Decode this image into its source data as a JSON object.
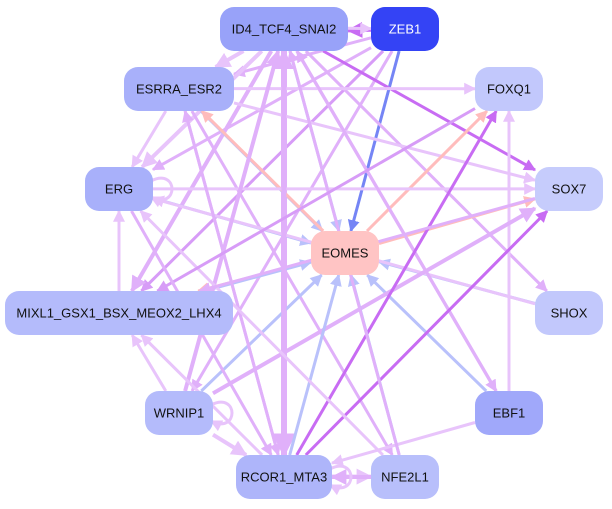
{
  "title": "Gene regulatory network",
  "colors": {
    "edge_default": "#e8c4fb",
    "edge_medium": "#d79cf7",
    "edge_strong": "#c86cf3",
    "edge_blue": "#b9c1fb",
    "edge_darkblue": "#7585f5",
    "edge_salmon": "#ffbcbc",
    "node_eomes": "#ffc4c4",
    "node_zeb1": "#3443f5",
    "node_default": "#b4bbfb",
    "node_light": "#c2c8fc",
    "node_mid": "#a5adfa",
    "node_id4": "#98a2f9",
    "label_dark": "#111111",
    "label_light": "#ffffff"
  },
  "nodes": [
    {
      "id": "ID4_TCF4_SNAI2",
      "label": "ID4_TCF4_SNAI2",
      "fill": "#98a2f9",
      "text": "#111111"
    },
    {
      "id": "ZEB1",
      "label": "ZEB1",
      "fill": "#3443f5",
      "text": "#ffffff"
    },
    {
      "id": "ESRRA_ESR2",
      "label": "ESRRA_ESR2",
      "fill": "#a8b0fa",
      "text": "#111111"
    },
    {
      "id": "FOXQ1",
      "label": "FOXQ1",
      "fill": "#c2c8fc",
      "text": "#111111"
    },
    {
      "id": "ERG",
      "label": "ERG",
      "fill": "#a8b0fa",
      "text": "#111111"
    },
    {
      "id": "SOX7",
      "label": "SOX7",
      "fill": "#c6ccfc",
      "text": "#111111"
    },
    {
      "id": "EOMES",
      "label": "EOMES",
      "fill": "#ffc4c4",
      "text": "#111111"
    },
    {
      "id": "MIXL1",
      "label": "MIXL1_GSX1_BSX_MEOX2_LHX4",
      "fill": "#b4bbfb",
      "text": "#111111"
    },
    {
      "id": "SHOX",
      "label": "SHOX",
      "fill": "#c2c8fc",
      "text": "#111111"
    },
    {
      "id": "WRNIP1",
      "label": "WRNIP1",
      "fill": "#b4bbfb",
      "text": "#111111"
    },
    {
      "id": "EBF1",
      "label": "EBF1",
      "fill": "#a0a8fa",
      "text": "#111111"
    },
    {
      "id": "RCOR1_MTA3",
      "label": "RCOR1_MTA3",
      "fill": "#aeb5fa",
      "text": "#111111"
    },
    {
      "id": "NFE2L1",
      "label": "NFE2L1",
      "fill": "#b8bffb",
      "text": "#111111"
    }
  ],
  "edges": [
    {
      "from": "ZEB1",
      "to": "ID4_TCF4_SNAI2",
      "color": "#c86cf3",
      "w": 4
    },
    {
      "from": "ID4_TCF4_SNAI2",
      "to": "ZEB1",
      "color": "#e8c4fb",
      "w": 3
    },
    {
      "from": "ZEB1",
      "to": "EOMES",
      "color": "#7585f5",
      "w": 3
    },
    {
      "from": "ZEB1",
      "to": "ESRRA_ESR2",
      "color": "#e0b0fa",
      "w": 3
    },
    {
      "from": "ZEB1",
      "to": "ERG",
      "color": "#e0b0fa",
      "w": 3
    },
    {
      "from": "ZEB1",
      "to": "MIXL1",
      "color": "#d79cf7",
      "w": 3
    },
    {
      "from": "ZEB1",
      "to": "WRNIP1",
      "color": "#e0b0fa",
      "w": 3
    },
    {
      "from": "ID4_TCF4_SNAI2",
      "to": "SOX7",
      "color": "#c86cf3",
      "w": 3
    },
    {
      "from": "ID4_TCF4_SNAI2",
      "to": "EOMES",
      "color": "#b9c1fb",
      "w": 3
    },
    {
      "from": "ID4_TCF4_SNAI2",
      "to": "ESRRA_ESR2",
      "color": "#e8c4fb",
      "w": 4
    },
    {
      "from": "ID4_TCF4_SNAI2",
      "to": "ERG",
      "color": "#e8c4fb",
      "w": 4
    },
    {
      "from": "ID4_TCF4_SNAI2",
      "to": "MIXL1",
      "color": "#e0b0fa",
      "w": 4
    },
    {
      "from": "ID4_TCF4_SNAI2",
      "to": "RCOR1_MTA3",
      "color": "#e0b0fa",
      "w": 6
    },
    {
      "from": "ID4_TCF4_SNAI2",
      "to": "SHOX",
      "color": "#e0b0fa",
      "w": 3
    },
    {
      "from": "ID4_TCF4_SNAI2",
      "to": "EBF1",
      "color": "#e0b0fa",
      "w": 3
    },
    {
      "from": "ESRRA_ESR2",
      "to": "FOXQ1",
      "color": "#e8c4fb",
      "w": 3
    },
    {
      "from": "ESRRA_ESR2",
      "to": "SOX7",
      "color": "#e8c4fb",
      "w": 3
    },
    {
      "from": "ESRRA_ESR2",
      "to": "ERG",
      "color": "#e8c4fb",
      "w": 3
    },
    {
      "from": "ESRRA_ESR2",
      "to": "EOMES",
      "color": "#b9c1fb",
      "w": 3
    },
    {
      "from": "EOMES",
      "to": "ESRRA_ESR2",
      "color": "#ffbcbc",
      "w": 3
    },
    {
      "from": "ESRRA_ESR2",
      "to": "RCOR1_MTA3",
      "color": "#e0b0fa",
      "w": 3
    },
    {
      "from": "ESRRA_ESR2",
      "to": "NFE2L1",
      "color": "#e0b0fa",
      "w": 3
    },
    {
      "from": "EOMES",
      "to": "FOXQ1",
      "color": "#ffbcbc",
      "w": 3
    },
    {
      "from": "EOMES",
      "to": "SOX7",
      "color": "#ffbcbc",
      "w": 3
    },
    {
      "from": "EOMES",
      "to": "MIXL1",
      "color": "#ffbcbc",
      "w": 3
    },
    {
      "from": "ERG",
      "to": "EOMES",
      "color": "#b9c1fb",
      "w": 3
    },
    {
      "from": "ERG",
      "to": "SOX7",
      "color": "#e8c4fb",
      "w": 3
    },
    {
      "from": "MIXL1",
      "to": "ERG",
      "color": "#e8c4fb",
      "w": 3
    },
    {
      "from": "MIXL1",
      "to": "EOMES",
      "color": "#b9c1fb",
      "w": 3
    },
    {
      "from": "SHOX",
      "to": "EOMES",
      "color": "#b9c1fb",
      "w": 3
    },
    {
      "from": "SHOX",
      "to": "ERG",
      "color": "#e8c4fb",
      "w": 3
    },
    {
      "from": "EBF1",
      "to": "EOMES",
      "color": "#b9c1fb",
      "w": 3
    },
    {
      "from": "EBF1",
      "to": "FOXQ1",
      "color": "#e8c4fb",
      "w": 3
    },
    {
      "from": "EBF1",
      "to": "RCOR1_MTA3",
      "color": "#e8c4fb",
      "w": 3
    },
    {
      "from": "EBF1",
      "to": "ID4_TCF4_SNAI2",
      "color": "#e0b0fa",
      "w": 3
    },
    {
      "from": "WRNIP1",
      "to": "EOMES",
      "color": "#b9c1fb",
      "w": 3
    },
    {
      "from": "WRNIP1",
      "to": "SOX7",
      "color": "#e0b0fa",
      "w": 4
    },
    {
      "from": "WRNIP1",
      "to": "MIXL1",
      "color": "#e8c4fb",
      "w": 3
    },
    {
      "from": "WRNIP1",
      "to": "ID4_TCF4_SNAI2",
      "color": "#e0b0fa",
      "w": 4
    },
    {
      "from": "WRNIP1",
      "to": "RCOR1_MTA3",
      "color": "#e8c4fb",
      "w": 4
    },
    {
      "from": "RCOR1_MTA3",
      "to": "EOMES",
      "color": "#b9c1fb",
      "w": 3
    },
    {
      "from": "RCOR1_MTA3",
      "to": "FOXQ1",
      "color": "#c86cf3",
      "w": 3
    },
    {
      "from": "RCOR1_MTA3",
      "to": "SOX7",
      "color": "#c86cf3",
      "w": 3
    },
    {
      "from": "RCOR1_MTA3",
      "to": "MIXL1",
      "color": "#e8c4fb",
      "w": 3
    },
    {
      "from": "RCOR1_MTA3",
      "to": "ESRRA_ESR2",
      "color": "#e0b0fa",
      "w": 3
    },
    {
      "from": "RCOR1_MTA3",
      "to": "ID4_TCF4_SNAI2",
      "color": "#e0b0fa",
      "w": 5
    },
    {
      "from": "RCOR1_MTA3",
      "to": "NFE2L1",
      "color": "#e8c4fb",
      "w": 4
    },
    {
      "from": "NFE2L1",
      "to": "RCOR1_MTA3",
      "color": "#e0b0fa",
      "w": 4
    },
    {
      "from": "NFE2L1",
      "to": "EOMES",
      "color": "#b9c1fb",
      "w": 3
    },
    {
      "from": "NFE2L1",
      "to": "ID4_TCF4_SNAI2",
      "color": "#e0b0fa",
      "w": 3
    },
    {
      "from": "NFE2L1",
      "to": "ERG",
      "color": "#e8c4fb",
      "w": 3
    },
    {
      "from": "SOX7",
      "to": "MIXL1",
      "color": "#e0b0fa",
      "w": 3
    },
    {
      "from": "FOXQ1",
      "to": "MIXL1",
      "color": "#d79cf7",
      "w": 3
    },
    {
      "from": "ERG",
      "to": "RCOR1_MTA3",
      "color": "#e0b0fa",
      "w": 3
    }
  ],
  "self_loops": [
    "ERG",
    "WRNIP1",
    "RCOR1_MTA3"
  ]
}
